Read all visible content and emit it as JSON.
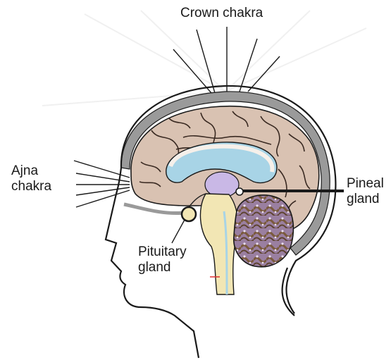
{
  "labels": {
    "crown": "Crown chakra",
    "ajna_line1": "Ajna",
    "ajna_line2": "chakra",
    "pineal_line1": "Pineal",
    "pineal_line2": "gland",
    "pituitary_line1": "Pituitary",
    "pituitary_line2": "gland"
  },
  "colors": {
    "outline": "#1a1a1a",
    "skull_gray": "#9a9a9a",
    "brain_tan": "#d9c2b2",
    "brain_shadow": "#b89c8a",
    "ventricle_blue": "#a8d4e6",
    "stem_cream": "#f2e6b4",
    "cerebellum_purple": "#9a7fa0",
    "cerebellum_brown": "#7a5a3c",
    "pineal_lavender": "#c9b8e6"
  }
}
